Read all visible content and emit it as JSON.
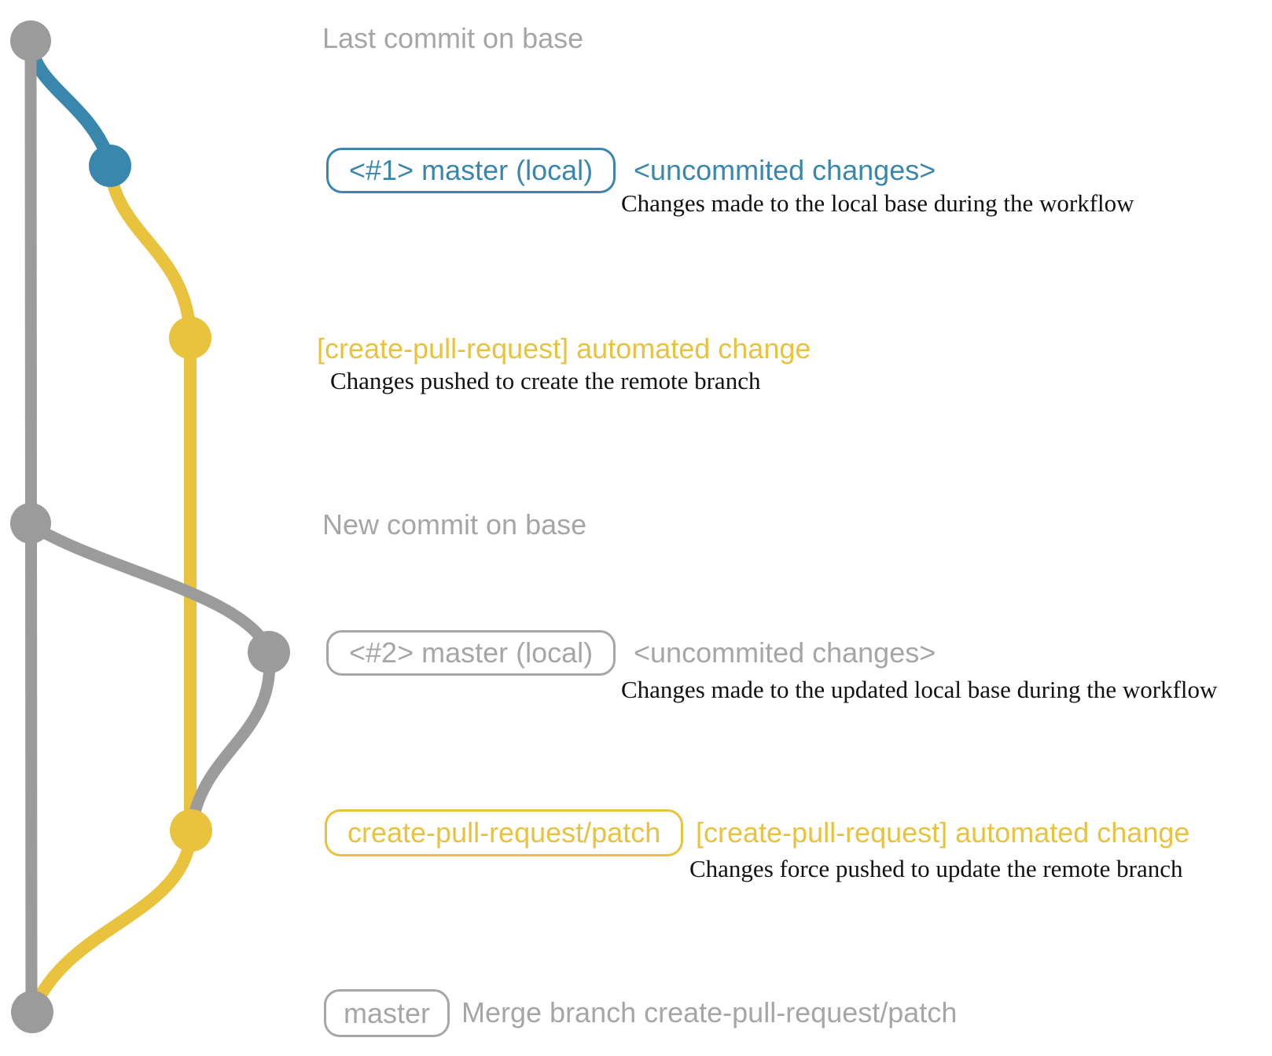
{
  "colors": {
    "branch_blue": "#3a87ad",
    "branch_yellow": "#e9c23e",
    "branch_gray": "#9b9b9b",
    "label_gray": "#a6a6a6",
    "description_black": "#111111"
  },
  "annotations": {
    "last_commit": {
      "label": "Last commit on base"
    },
    "commit1": {
      "badge": "<#1> master (local)",
      "note": "<uncommited changes>",
      "desc": "Changes made to the local base during the workflow"
    },
    "push1": {
      "note": "[create-pull-request] automated change",
      "desc": "Changes pushed to create the remote branch"
    },
    "new_commit": {
      "label": "New commit on base"
    },
    "commit2": {
      "badge": "<#2> master (local)",
      "note": "<uncommited changes>",
      "desc": "Changes made to the updated local base during the workflow"
    },
    "push2": {
      "badge": "create-pull-request/patch",
      "note": "[create-pull-request] automated change",
      "desc": "Changes force pushed to update the remote branch"
    },
    "merge": {
      "badge": "master",
      "label": "Merge branch create-pull-request/patch"
    }
  }
}
